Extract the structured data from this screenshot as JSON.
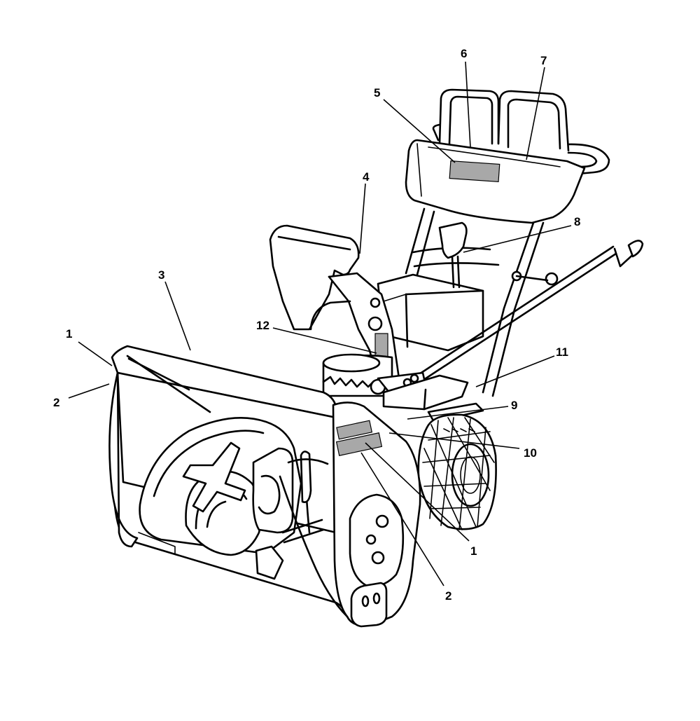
{
  "callouts": {
    "c1a": "1",
    "c2a": "2",
    "c3": "3",
    "c4": "4",
    "c5": "5",
    "c6": "6",
    "c7": "7",
    "c8": "8",
    "c9": "9",
    "c10": "10",
    "c11": "11",
    "c12": "12",
    "c1b": "1",
    "c2b": "2"
  }
}
